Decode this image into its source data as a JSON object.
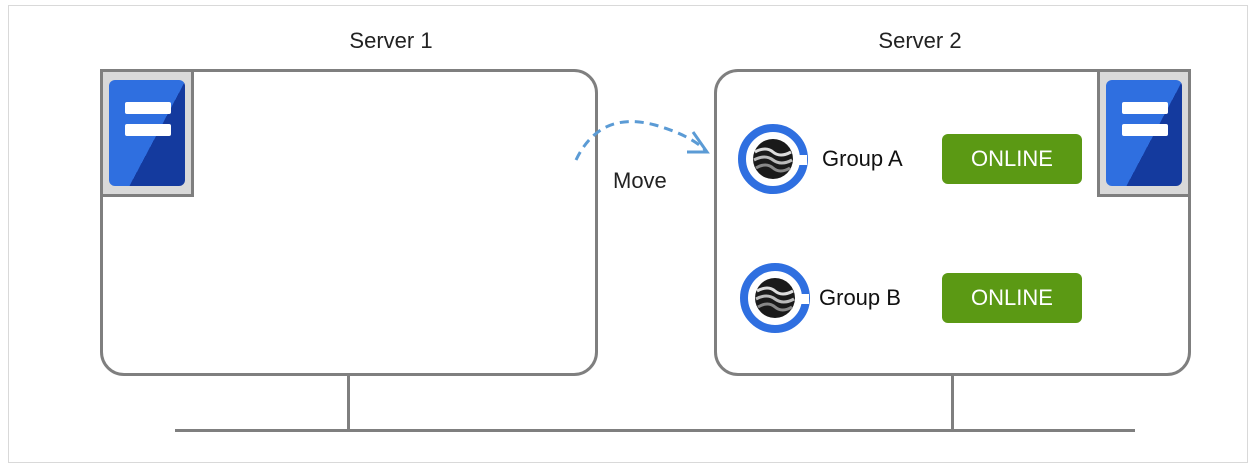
{
  "servers": [
    {
      "title": "Server 1",
      "groups": []
    },
    {
      "title": "Server 2",
      "groups": [
        {
          "label": "Group A",
          "status": "ONLINE"
        },
        {
          "label": "Group B",
          "status": "ONLINE"
        }
      ]
    }
  ],
  "move_label": "Move",
  "colors": {
    "status_online": "#5b9914",
    "server_border": "#7f7f7f",
    "server_icon_blue": "#2f6fe0",
    "arrow_blue": "#5b9bd5"
  }
}
